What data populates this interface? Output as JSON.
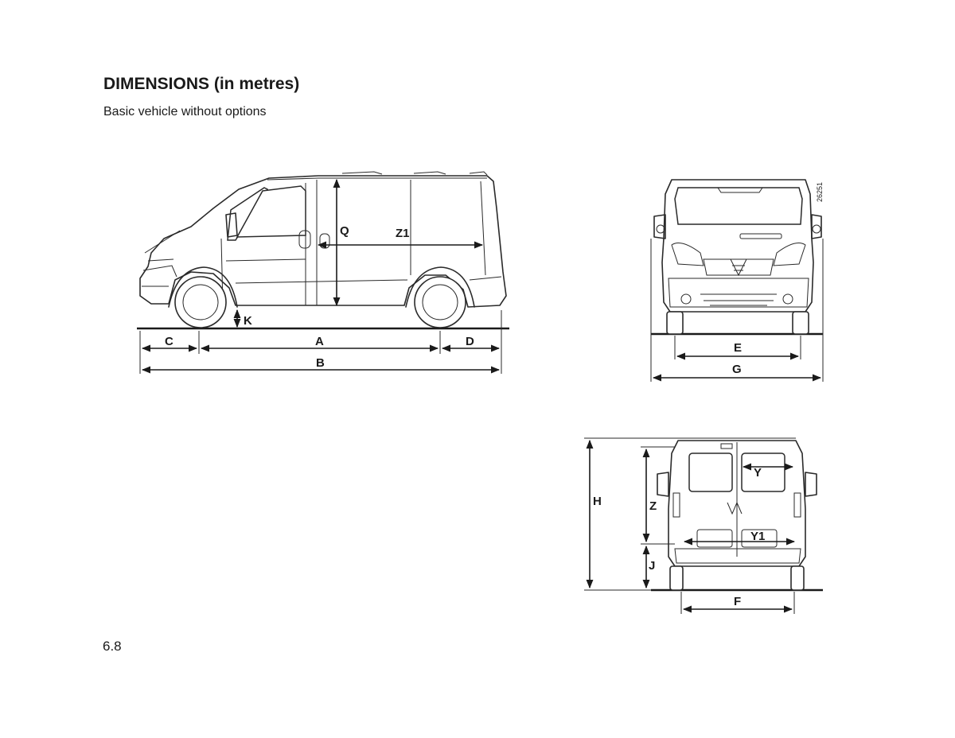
{
  "page": {
    "title": "DIMENSIONS (in metres)",
    "subtitle": "Basic vehicle without options",
    "page_number": "6.8",
    "figure_code": "26251"
  },
  "labels": {
    "A": "A",
    "B": "B",
    "C": "C",
    "D": "D",
    "E": "E",
    "F": "F",
    "G": "G",
    "H": "H",
    "J": "J",
    "K": "K",
    "Q": "Q",
    "Y": "Y",
    "Y1": "Y1",
    "Z": "Z",
    "Z1": "Z1"
  }
}
